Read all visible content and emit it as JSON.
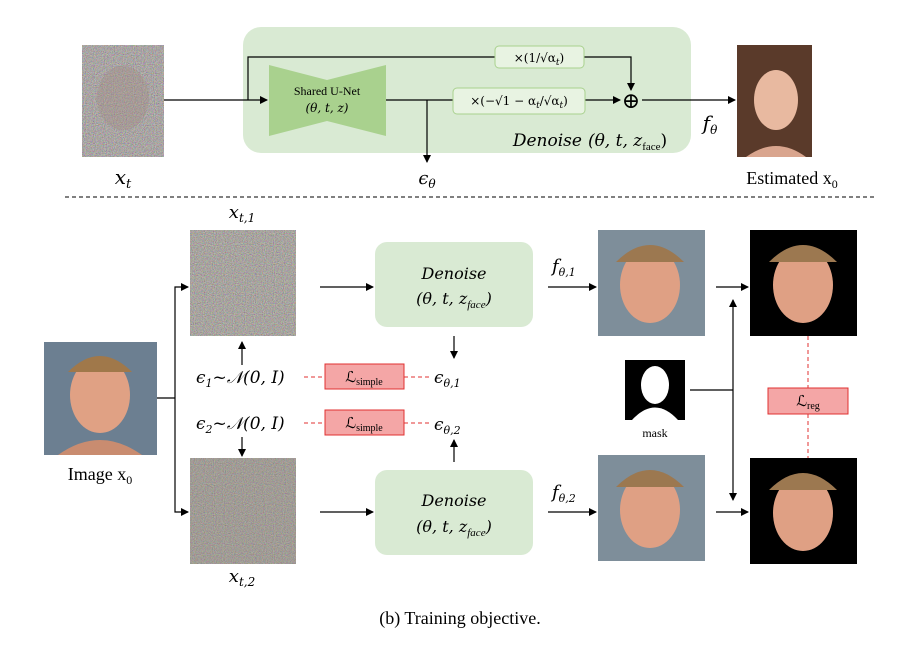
{
  "top": {
    "xt": {
      "main": "x",
      "sub": "t"
    },
    "unet": {
      "line1": "Shared U-Net",
      "line2": "(θ, t, z)"
    },
    "scale1": "×(1/√α",
    "scale1_sub": "t",
    "scale1_end": ")",
    "scale2": "×(−√1 − α",
    "scale2_sub": "t",
    "scale2_mid": "/√α",
    "scale2_sub2": "t",
    "scale2_end": ")",
    "plus": "⊕",
    "denoise": {
      "word": "Denoise",
      "args": "(θ, t, z",
      "sub": "face",
      "close": ")"
    },
    "eps": {
      "main": "ϵ",
      "sub": "θ"
    },
    "f": {
      "main": "f",
      "sub": "θ"
    },
    "estimated": {
      "main": "Estimated x",
      "sub": "0"
    }
  },
  "bottom": {
    "xt1": {
      "main": "x",
      "sub": "t,1"
    },
    "xt2": {
      "main": "x",
      "sub": "t,2"
    },
    "image": {
      "main": "Image x",
      "sub": "0"
    },
    "denoise": {
      "word": "Denoise",
      "args": "(θ, t, z",
      "sub": "face",
      "close": ")"
    },
    "eps1": {
      "main": "ϵ",
      "sub": "1",
      "rest": "~𝒩(0, I)"
    },
    "eps2": {
      "main": "ϵ",
      "sub": "2",
      "rest": "~𝒩(0, I)"
    },
    "lsimple": {
      "main": "ℒ",
      "sub": "simple"
    },
    "epsth1": {
      "main": "ϵ",
      "sub": "θ,1"
    },
    "epsth2": {
      "main": "ϵ",
      "sub": "θ,2"
    },
    "f1": {
      "main": "f",
      "sub": "θ,1"
    },
    "f2": {
      "main": "f",
      "sub": "θ,2"
    },
    "mask": "mask",
    "lreg": {
      "main": "ℒ",
      "sub": "reg"
    }
  },
  "caption": "(b) Training objective.",
  "colors": {
    "green_bg": "#d9ead3",
    "green_unet": "#a9d18e",
    "box_border": "#a9d18e",
    "loss_fill": "#f4a6a6",
    "loss_border": "#e03030",
    "dash_red": "#e03030"
  }
}
